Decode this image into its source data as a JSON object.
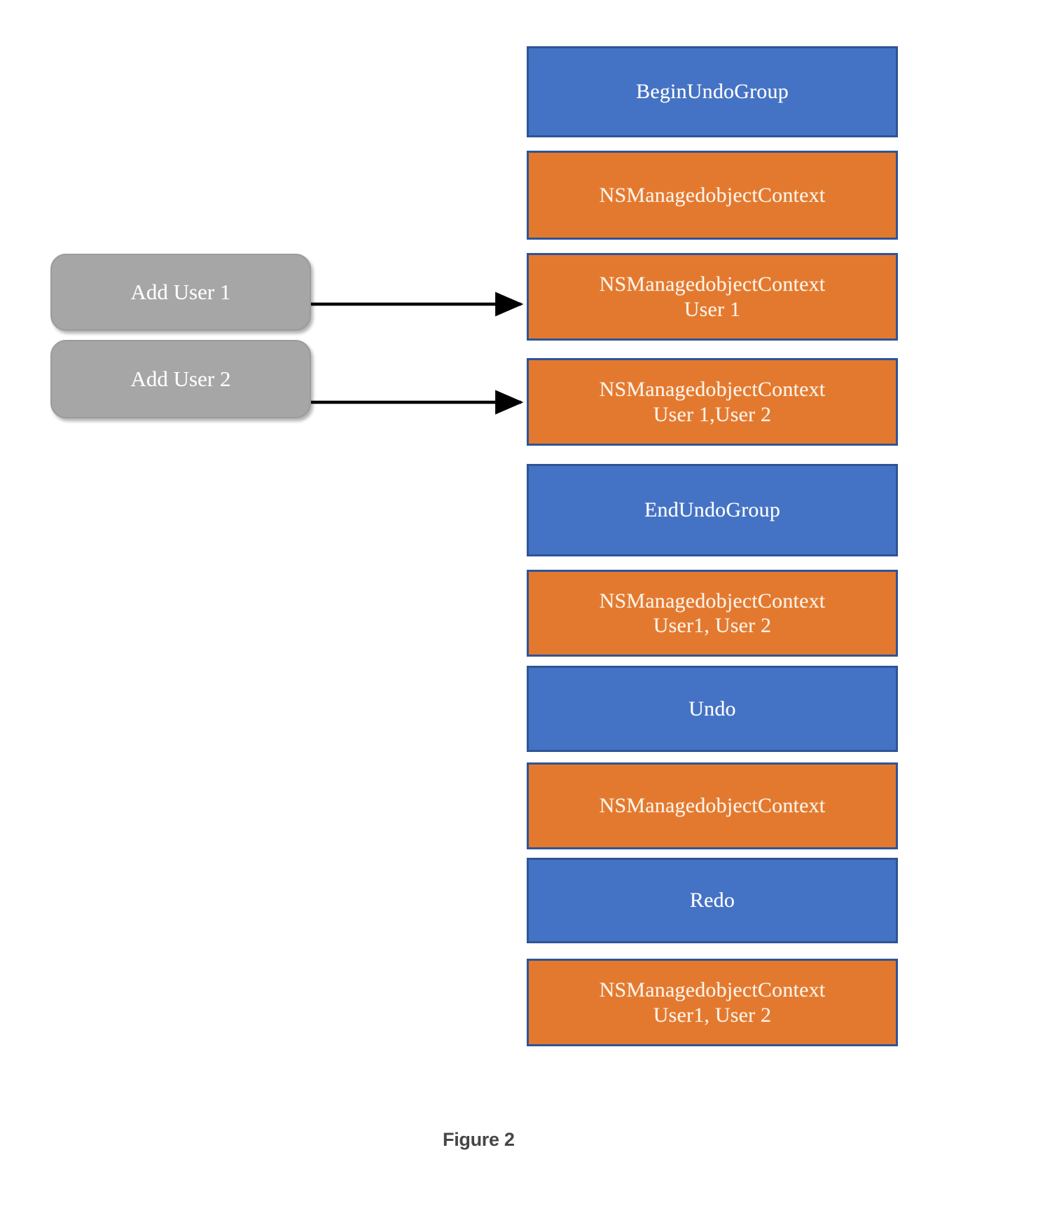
{
  "figure": {
    "caption": "Figure 2"
  },
  "colors": {
    "blue_fill": "#4472C4",
    "orange_fill": "#E3792F",
    "box_border": "#2F5496",
    "gray_fill": "#A6A6A6",
    "arrow": "#000000",
    "caption_text": "#464646",
    "background": "#FFFFFF"
  },
  "actions": [
    {
      "label": "Add User 1"
    },
    {
      "label": "Add User 2"
    }
  ],
  "stack": [
    {
      "label": "BeginUndoGroup",
      "kind": "operation",
      "color": "blue"
    },
    {
      "label": "NSManagedobjectContext",
      "kind": "state",
      "color": "orange"
    },
    {
      "label": "NSManagedobjectContext\nUser 1",
      "kind": "state",
      "color": "orange"
    },
    {
      "label": "NSManagedobjectContext\nUser 1,User 2",
      "kind": "state",
      "color": "orange"
    },
    {
      "label": "EndUndoGroup",
      "kind": "operation",
      "color": "blue"
    },
    {
      "label": "NSManagedobjectContext\nUser1, User 2",
      "kind": "state",
      "color": "orange"
    },
    {
      "label": "Undo",
      "kind": "operation",
      "color": "blue"
    },
    {
      "label": "NSManagedobjectContext",
      "kind": "state",
      "color": "orange"
    },
    {
      "label": "Redo",
      "kind": "operation",
      "color": "blue"
    },
    {
      "label": "NSManagedobjectContext\nUser1, User 2",
      "kind": "state",
      "color": "orange"
    }
  ],
  "arrows": [
    {
      "from": "Add User 1",
      "to": "NSManagedobjectContext User 1"
    },
    {
      "from": "Add User 2",
      "to": "NSManagedobjectContext User 1,User 2"
    }
  ]
}
